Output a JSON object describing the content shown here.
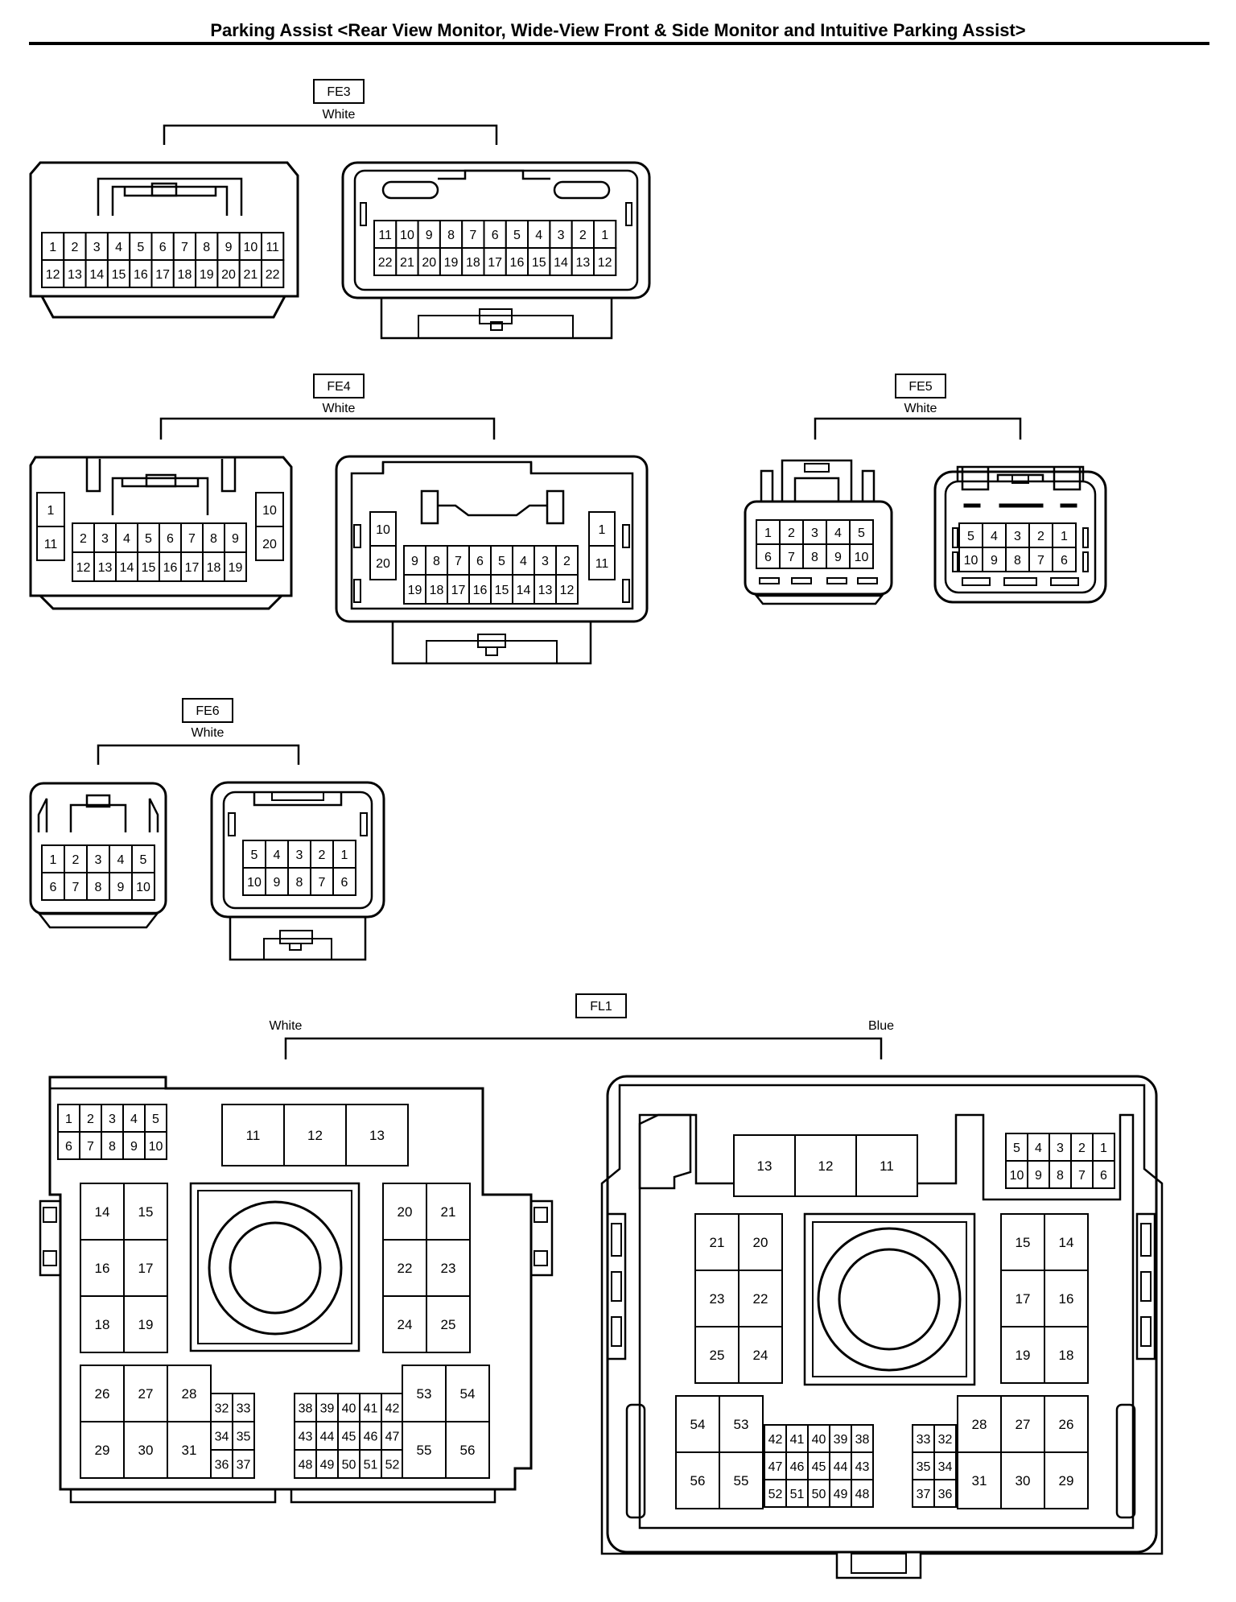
{
  "page_title": "Parking Assist <Rear View Monitor, Wide-View Front & Side Monitor and Intuitive Parking Assist>",
  "connectors": {
    "fe3": {
      "id": "FE3",
      "color": "White"
    },
    "fe4": {
      "id": "FE4",
      "color": "White"
    },
    "fe5": {
      "id": "FE5",
      "color": "White"
    },
    "fe6": {
      "id": "FE6",
      "color": "White"
    },
    "fl1": {
      "id": "FL1",
      "color_left": "White",
      "color_right": "Blue"
    }
  }
}
